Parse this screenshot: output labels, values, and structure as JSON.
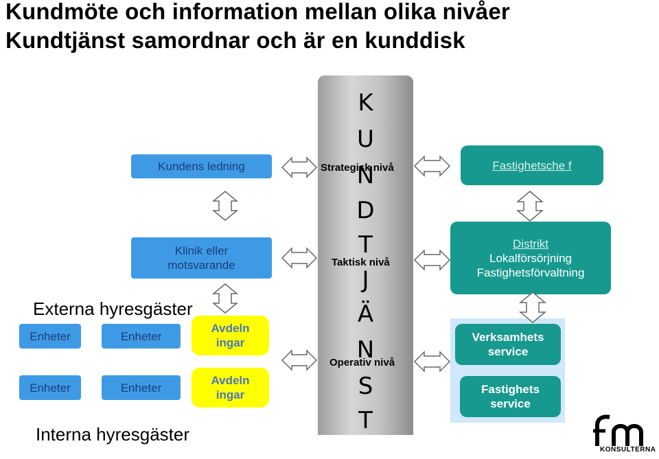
{
  "title": {
    "line1": "Kundmöte och information mellan olika nivåer",
    "line2": "Kundtjänst samordnar och är en kunddisk"
  },
  "left": {
    "kundens_ledning": "Kundens ledning",
    "klinik": "Klinik eller motsvarande",
    "externa": "Externa hyresgäster",
    "interna": "Interna hyresgäster",
    "enheter": [
      "Enheter",
      "Enheter",
      "Enheter",
      "Enheter"
    ],
    "avdelningar": [
      "Avdeln ingar",
      "Avdeln ingar"
    ]
  },
  "center": {
    "letters": [
      "K",
      "U",
      "N",
      "D",
      "T",
      "J",
      "Ä",
      "N",
      "S",
      "T"
    ],
    "levels": {
      "strategic": "Strategisk nivå",
      "tactical": "Taktisk nivå",
      "operative": "Operativ  nivå"
    }
  },
  "right": {
    "fastighetschef": "Fastighetsche  f",
    "distrikt": {
      "title": "Distrikt ",
      "line2": "Lokalförsörjning",
      "line3": "Fastighetsförvaltning"
    },
    "verksamhetsservice": "Verksamhets service",
    "fastighetsservice": "Fastighets service"
  },
  "logo": {
    "mark": "fm",
    "text": "KONSULTERNA"
  },
  "colors": {
    "blue_box": "#3f9ae6",
    "yellow_box": "#ffff00",
    "teal_box": "#17998f",
    "column_gray": "#c4c4c4"
  }
}
